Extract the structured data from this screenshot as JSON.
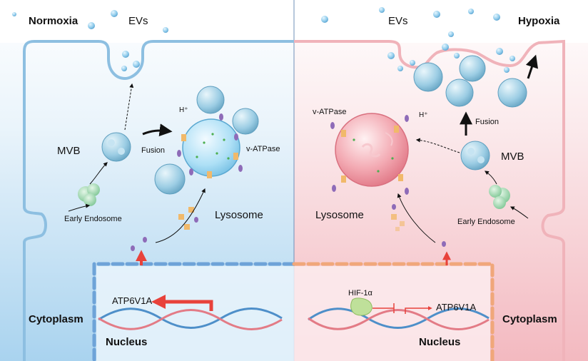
{
  "left_panel": {
    "condition": "Normoxia",
    "evs": "EVs",
    "mvb": "MVB",
    "fusion": "Fusion",
    "h_plus": "H⁺",
    "v_atpase": "v-ATPase",
    "lysosome": "Lysosome",
    "early_endosome": "Early Endosome",
    "atp6v1a": "ATP6V1A",
    "cytoplasm": "Cytoplasm",
    "nucleus": "Nucleus"
  },
  "right_panel": {
    "condition": "Hypoxia",
    "evs": "EVs",
    "mvb": "MVB",
    "fusion": "Fusion",
    "h_plus": "H⁺",
    "v_atpase": "v-ATPase",
    "lysosome": "Lysosome",
    "early_endosome": "Early Endosome",
    "hif": "HIF-1α",
    "atp6v1a": "ATP6V1A",
    "cytoplasm": "Cytoplasm",
    "nucleus": "Nucleus"
  },
  "colors": {
    "normoxia_bg": "#dcecf8",
    "hypoxia_bg": "#f8dde0",
    "membrane_blue": "#7fb6dc",
    "membrane_pink": "#eaa3ac",
    "nucleus_blue": "#6ea3d8",
    "nucleus_orange": "#f0a77a",
    "ev_blue": "#7fc2e6",
    "lysosome_pink": "#ea7d8c",
    "arrow_red": "#e8423b",
    "hif_green": "#b9dc8a"
  }
}
